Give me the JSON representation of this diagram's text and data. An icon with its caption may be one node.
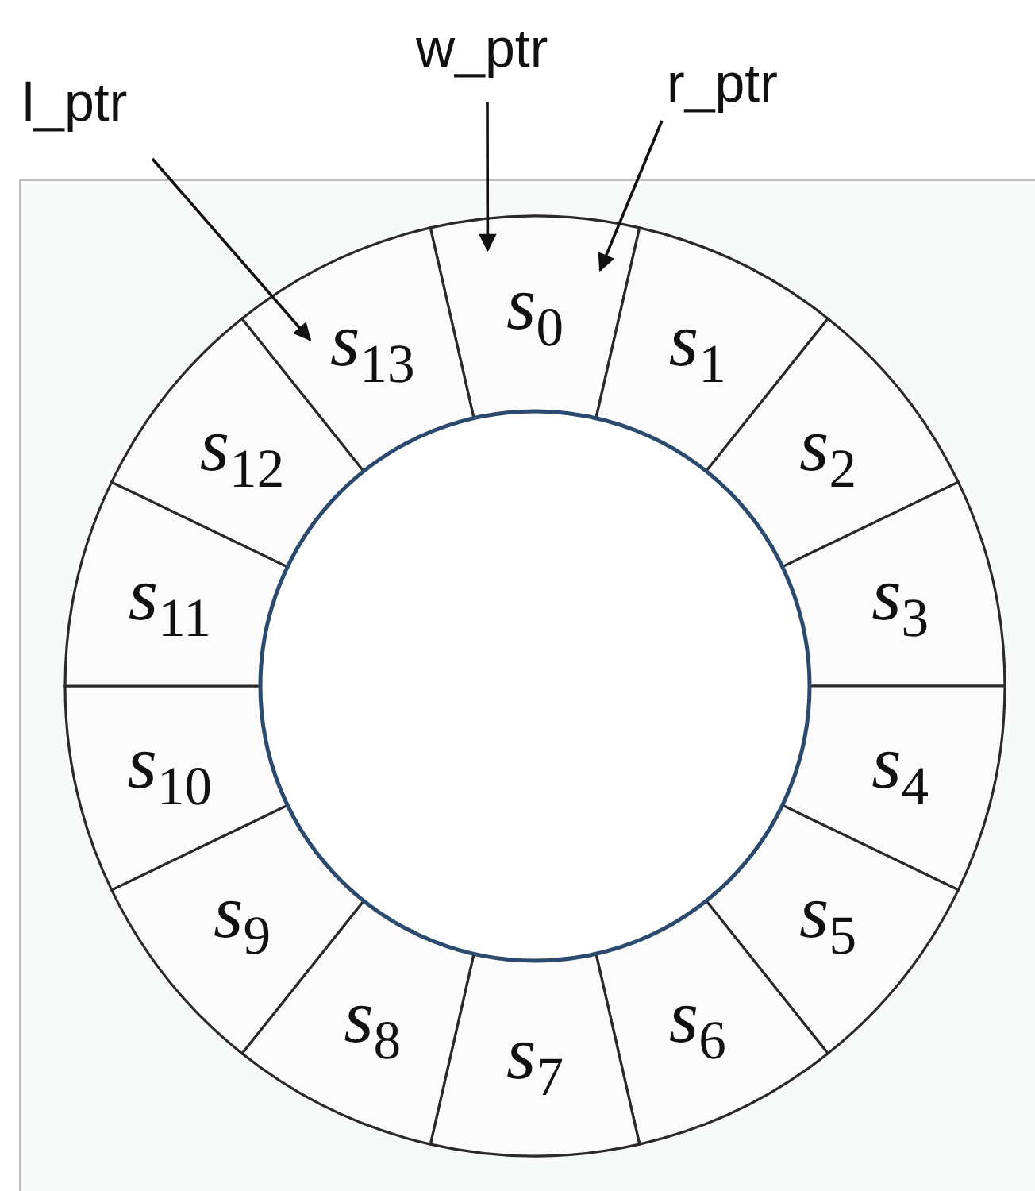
{
  "diagram": {
    "nodes": [
      {
        "text": [
          "*s*$_{0}$"
        ]
      },
      {
        "text": [
          "*s*$_{1}$"
        ]
      },
      {
        "text": [
          "*s*$_{2}$"
        ]
      },
      {
        "text": [
          "*s*$_{3}$"
        ]
      },
      {
        "text": [
          "*s*$_{4}$"
        ]
      },
      {
        "text": [
          "*s*$_{5}$"
        ]
      },
      {
        "text": [
          "*s*$_{6}$"
        ]
      },
      {
        "text": [
          "*s*$_{7}$"
        ]
      },
      {
        "text": [
          "*s*$_{8}$"
        ]
      },
      {
        "text": [
          "*s*$_{9}$"
        ]
      },
      {
        "text": [
          "*s*$_{10}$"
        ]
      },
      {
        "text": [
          "*s*$_{11}$"
        ]
      },
      {
        "text": [
          "*s*$_{12}$"
        ]
      },
      {
        "text": [
          "*s*$_{13}$"
        ]
      },
      {
        "text": [
          "w_ptr"
        ]
      },
      {
        "text": [
          "r_ptr"
        ]
      },
      {
        "text": [
          "l_ptr"
        ]
      },
      {
        "text": [],
        "shape": "circle"
      }
    ],
    "edges": [
      {
        "from": 14,
        "to": 0,
        "arrow": "to"
      },
      {
        "from": 15,
        "to": 0,
        "arrow": "to"
      },
      {
        "from": 16,
        "to": 13,
        "arrow": "to"
      }
    ]
  }
}
